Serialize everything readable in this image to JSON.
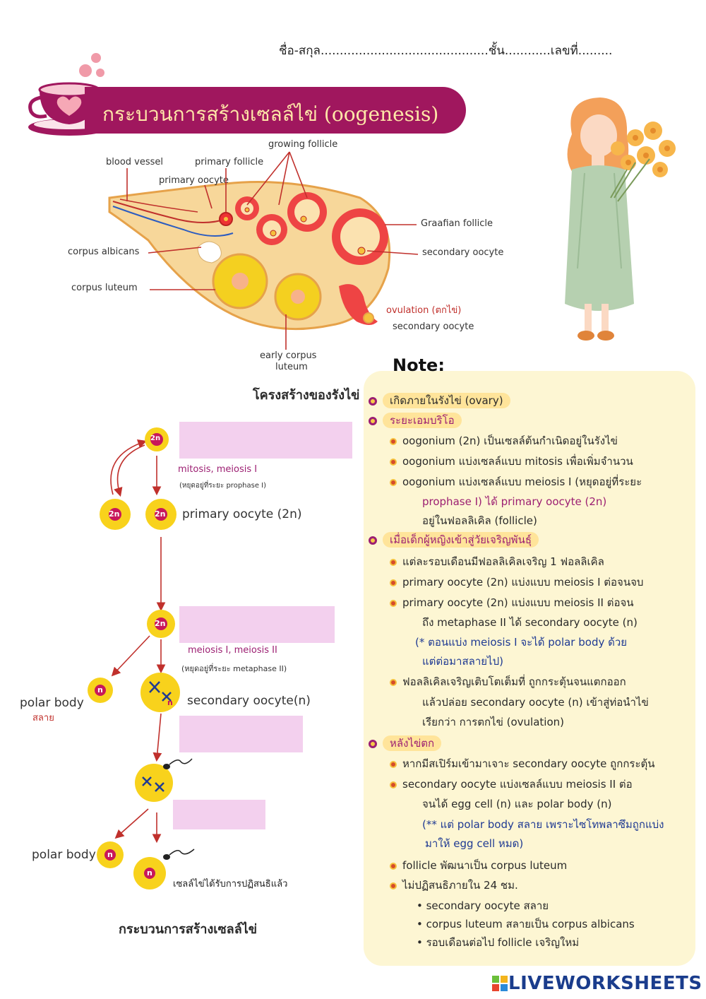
{
  "header": {
    "name_line": "ชื่อ-สกุล............................................ชั้น............เลขที่........."
  },
  "banner": {
    "title": "กระบวนการสร้างเซลล์ไข่ (oogenesis)"
  },
  "ovary": {
    "labels": {
      "blood_vessel": "blood vessel",
      "primary_follicle": "primary follicle",
      "primary_oocyte": "primary oocyte",
      "growing_follicle": "growing follicle",
      "graafian_follicle": "Graafian follicle",
      "secondary_oocyte_1": "secondary oocyte",
      "corpus_albicans": "corpus albicans",
      "corpus_luteum": "corpus luteum",
      "ovulation": "ovulation (ตกไข่)",
      "secondary_oocyte_2": "secondary oocyte",
      "early_corpus_luteum_1": "early corpus",
      "early_corpus_luteum_2": "luteum"
    },
    "caption": "โครงสร้างของรังไข่"
  },
  "diagram": {
    "cell_2n": "2n",
    "cell_n": "n",
    "mitosis_meiosis": "mitosis, meiosis I",
    "stop_prophase": "(หยุดอยู่ที่ระยะ prophase I)",
    "primary_oocyte": "primary oocyte (2n)",
    "meiosis_label": "meiosis I, meiosis II",
    "stop_metaphase": "(หยุดอยู่ที่ระยะ metaphase II)",
    "polar_body_1": "polar body",
    "polar_body_decay": "สลาย",
    "secondary_oocyte": "secondary oocyte(n)",
    "polar_body_2": "polar body",
    "fertilized": "เซลล์ไข่ได้รับการปฏิสนธิแล้ว",
    "caption": "กระบวนการสร้างเซลล์ไข่"
  },
  "note": {
    "title": "Note:",
    "l1": "เกิดภายในรังไข่ (ovary)",
    "l2": "ระยะเอมบริโอ",
    "l3": "oogonium (2n) เป็นเซลล์ต้นกำเนิดอยู่ในรังไข่",
    "l4": "oogonium แบ่งเซลล์แบบ mitosis เพื่อเพิ่มจำนวน",
    "l5": "oogonium แบ่งเซลล์แบบ meiosis I (หยุดอยู่ที่ระยะ",
    "l6": "prophase I) ได้ primary oocyte (2n)",
    "l7": "อยู่ในฟอลลิเคิล (follicle)",
    "l8": "เมื่อเด็กผู้หญิงเข้าสู่วัยเจริญพันธุ์",
    "l9": "แต่ละรอบเดือนมีฟอลลิเคิลเจริญ 1 ฟอลลิเคิล",
    "l10": "primary oocyte (2n) แบ่งแบบ meiosis I ต่อจนจบ",
    "l11": "primary oocyte (2n) แบ่งแบบ meiosis II ต่อจน",
    "l12": "ถึง metaphase II ได้ secondary oocyte (n)",
    "l13": "(* ตอนแบ่ง meiosis I จะได้ polar body ด้วย",
    "l14": "แต่ต่อมาสลายไป)",
    "l15": "ฟอลลิเคิลเจริญเติบโตเต็มที่ ถูกกระตุ้นจนแตกออก",
    "l16": "แล้วปล่อย secondary oocyte (n) เข้าสู่ท่อนำไข่",
    "l17": "เรียกว่า การตกไข่ (ovulation)",
    "l18": "หลังไข่ตก",
    "l19": "หากมีสเปิร์มเข้ามาเจาะ secondary oocyte ถูกกระตุ้น",
    "l20": "secondary oocyte แบ่งเซลล์แบบ meiosis II ต่อ",
    "l21": "จนได้ egg cell (n) และ polar body (n)",
    "l22": "(** แต่ polar body สลาย เพราะไซโทพลาซึมถูกแบ่ง",
    "l23": "มาให้ egg cell หมด)",
    "l24": "follicle พัฒนาเป็น corpus luteum",
    "l25": "ไม่ปฏิสนธิภายใน 24 ชม.",
    "l26": "• secondary oocyte สลาย",
    "l27": "• corpus luteum สลายเป็น corpus albicans",
    "l28": "• รอบเดือนต่อไป follicle เจริญใหม่"
  },
  "footer": {
    "logo": "LIVEWORKSHEETS"
  },
  "colors": {
    "banner": "#a0175e",
    "note_bg": "#fdf6d3",
    "answer_box": "#f3d0ee",
    "cell_fill": "#f8d21c",
    "cell_core": "#c8175a"
  }
}
